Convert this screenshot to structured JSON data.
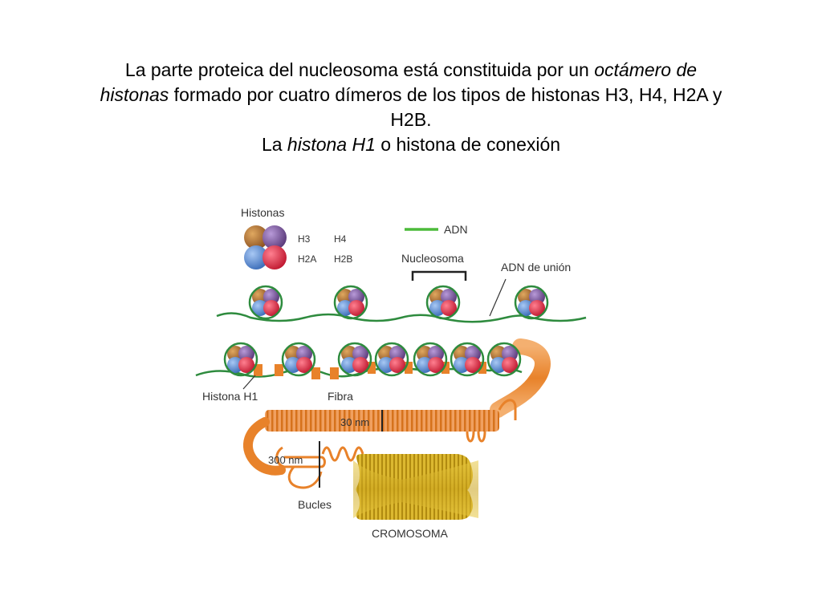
{
  "caption": {
    "l1a": "La parte proteica del nucleosoma está constituida por un ",
    "l1b": "octámero de",
    "l2a": "histonas",
    "l2b": " formado por cuatro dímeros de los tipos de histonas H3, H4, H2A y",
    "l3": "H2B.",
    "l4a": "La ",
    "l4b": "histona H1",
    "l4c": " o histona de conexión"
  },
  "diagram": {
    "histonas_title": "Histonas",
    "h3": "H3",
    "h4": "H4",
    "h2a": "H2A",
    "h2b": "H2B",
    "adn": "ADN",
    "nucleosoma": "Nucleosoma",
    "adn_union": "ADN de unión",
    "histona_h1": "Histona H1",
    "fibra": "Fibra",
    "nm30": "30 nm",
    "nm300": "300 nm",
    "bucles": "Bucles",
    "cromosoma": "CROMOSOMA"
  },
  "colors": {
    "dna": "#2e8b3e",
    "legend_dna": "#4cbb3a",
    "h3": "#a0662c",
    "h4": "#7a5a9a",
    "h2a": "#5b8fd8",
    "h2b": "#e03048",
    "h1_fiber": "#e8822a",
    "chromosome": "#c9a21a"
  }
}
